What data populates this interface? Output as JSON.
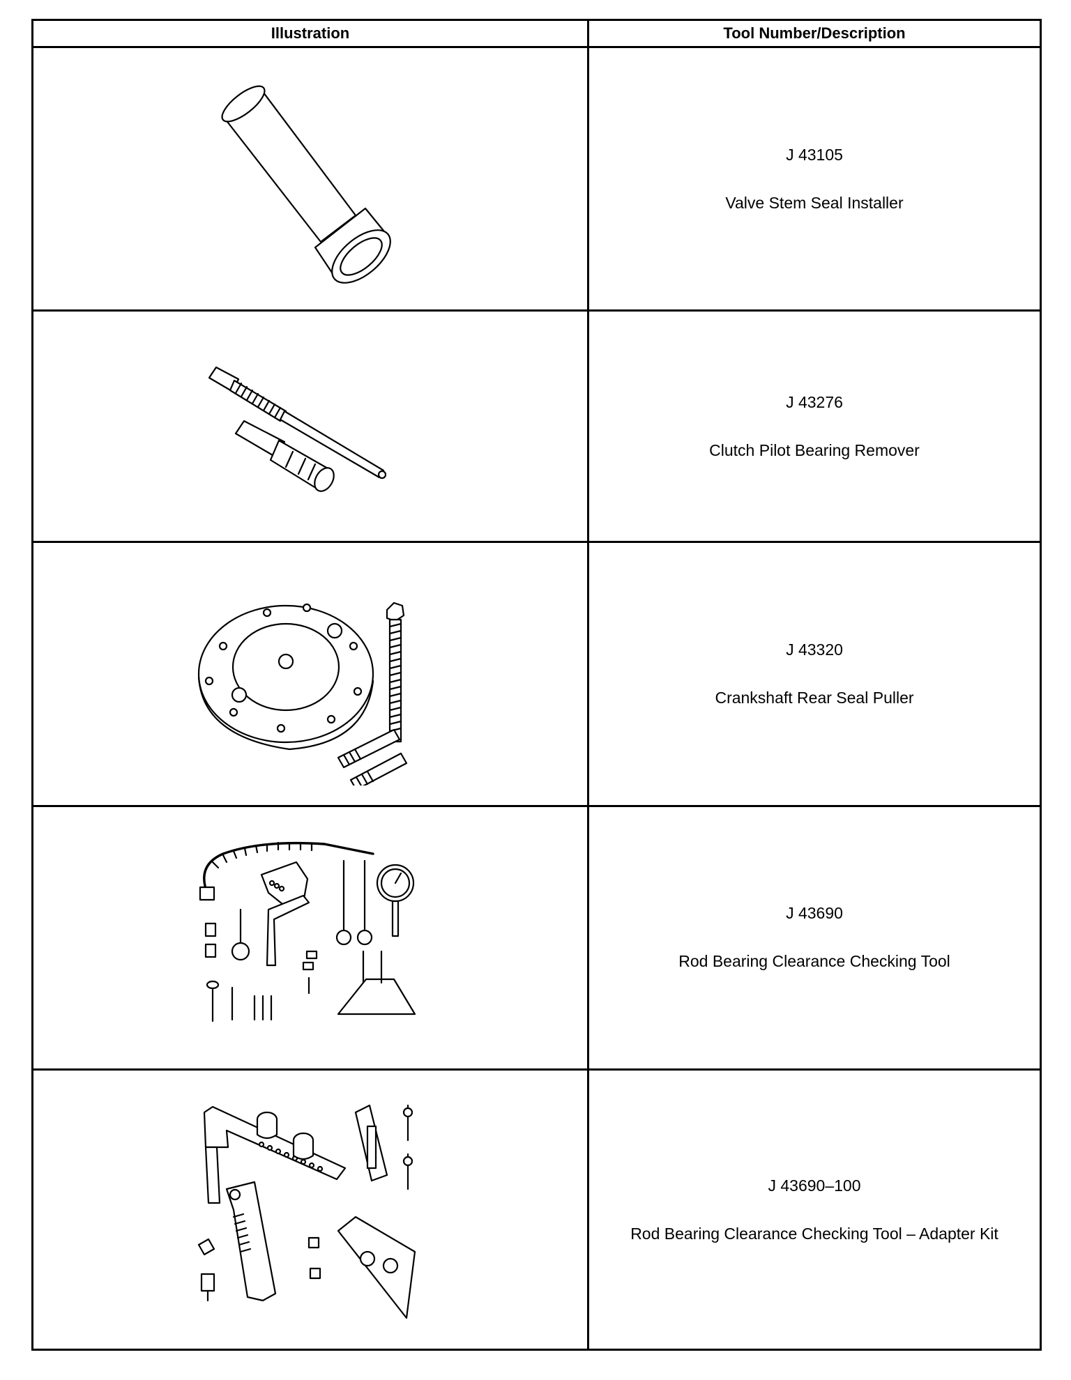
{
  "header": {
    "illustration": "Illustration",
    "tool": "Tool Number/Description"
  },
  "rows": [
    {
      "number": "J 43105",
      "description": "Valve Stem Seal Installer",
      "illustration_icon": "valve-stem-seal-installer-icon"
    },
    {
      "number": "J 43276",
      "description": "Clutch Pilot Bearing Remover",
      "illustration_icon": "clutch-pilot-bearing-remover-icon"
    },
    {
      "number": "J 43320",
      "description": "Crankshaft Rear Seal Puller",
      "illustration_icon": "crankshaft-rear-seal-puller-icon"
    },
    {
      "number": "J 43690",
      "description": "Rod Bearing Clearance Checking Tool",
      "illustration_icon": "rod-bearing-clearance-checking-tool-icon"
    },
    {
      "number": "J 43690–100",
      "description": "Rod Bearing Clearance Checking Tool – Adapter Kit",
      "illustration_icon": "adapter-kit-icon"
    }
  ]
}
